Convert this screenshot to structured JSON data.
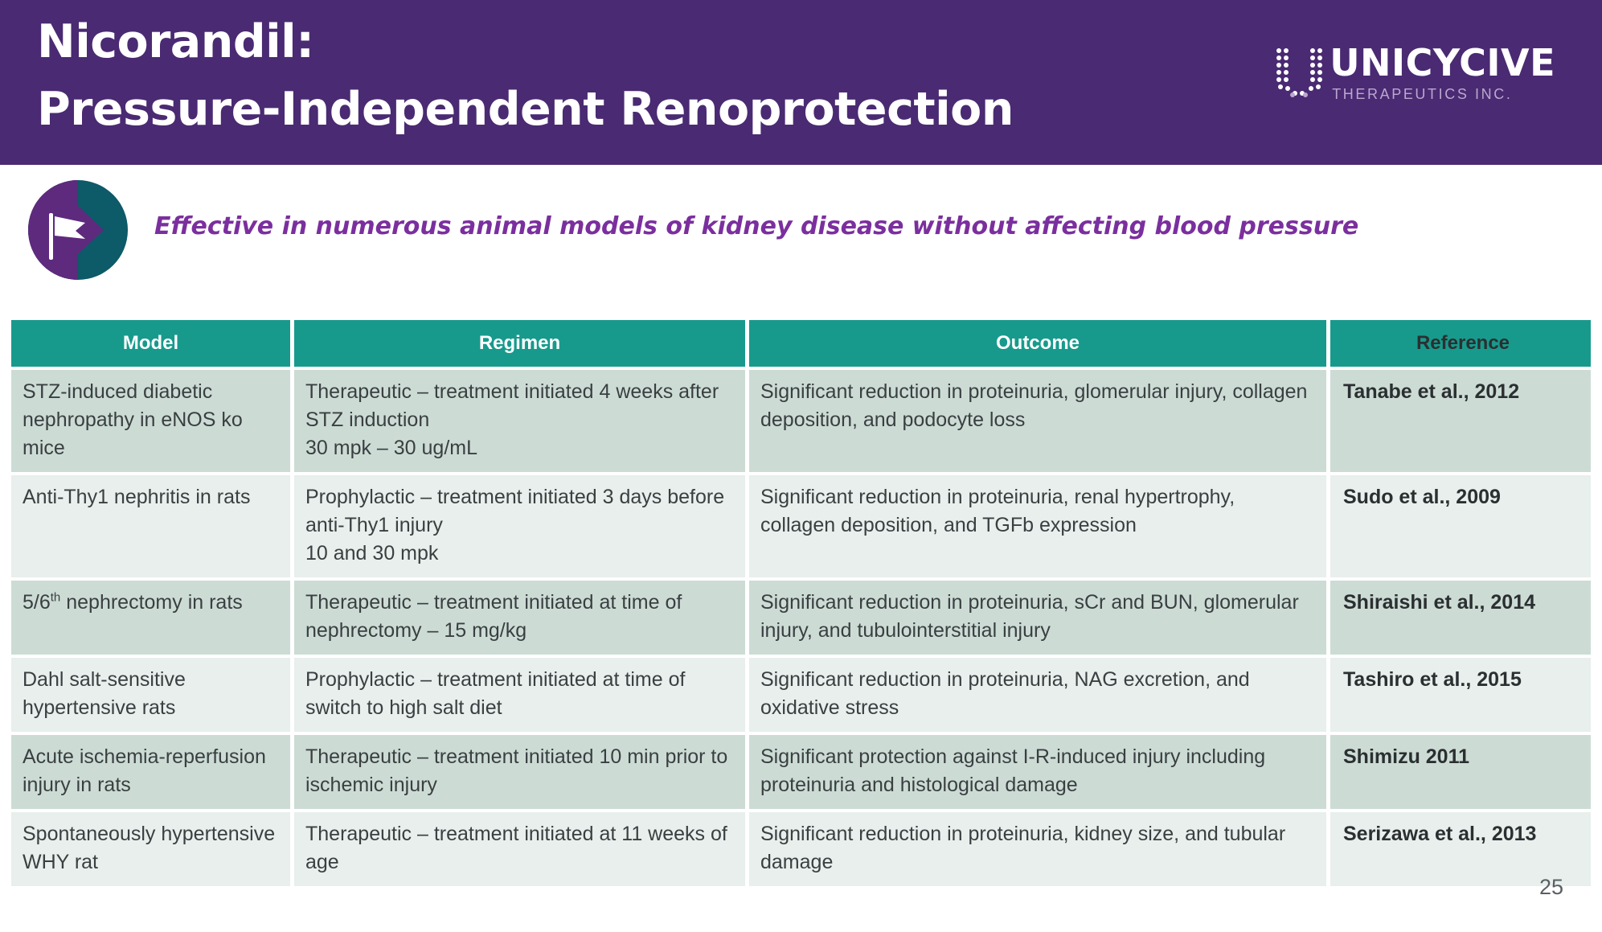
{
  "header": {
    "title_line1": "Nicorandil:",
    "title_line2": "Pressure-Independent Renoprotection",
    "bg_color": "#4a2a72",
    "logo": {
      "name": "UNICYCIVE",
      "tagline": "THERAPEUTICS INC.",
      "mark": "dotted-u-icon"
    }
  },
  "subtitle": {
    "icon": "flag-badge-icon",
    "text": "Effective in numerous animal models of kidney disease without affecting blood pressure",
    "text_color": "#7b2f9e"
  },
  "table": {
    "header_color": "#179a8c",
    "row_color_odd": "#ccdcd5",
    "row_color_even": "#e8efec",
    "columns": [
      "Model",
      "Regimen",
      "Outcome",
      "Reference"
    ],
    "rows": [
      {
        "model": "STZ-induced diabetic nephropathy in eNOS ko mice",
        "regimen": "Therapeutic – treatment initiated 4 weeks after STZ induction\n30 mpk – 30 ug/mL",
        "regimen_line1": "Therapeutic – treatment initiated 4 weeks after STZ induction",
        "regimen_line2": "30 mpk – 30 ug/mL",
        "outcome": "Significant reduction in proteinuria, glomerular injury, collagen deposition, and podocyte loss",
        "reference": "Tanabe et al., 2012"
      },
      {
        "model": "Anti-Thy1 nephritis in rats",
        "regimen_line1": "Prophylactic – treatment initiated 3 days before anti-Thy1 injury",
        "regimen_line2": "10 and 30 mpk",
        "outcome": "Significant reduction in proteinuria, renal hypertrophy, collagen deposition, and TGFb expression",
        "reference": "Sudo et al., 2009"
      },
      {
        "model_prefix": "5/6",
        "model_sup": "th",
        "model_suffix": " nephrectomy in rats",
        "regimen_line1": "Therapeutic – treatment initiated at time of nephrectomy – 15 mg/kg",
        "regimen_line2": "",
        "outcome": "Significant reduction in proteinuria, sCr and BUN, glomerular injury, and tubulointerstitial injury",
        "reference": "Shiraishi et al., 2014"
      },
      {
        "model": "Dahl salt-sensitive hypertensive rats",
        "regimen_line1": "Prophylactic – treatment initiated at time of switch to high salt diet",
        "regimen_line2": "",
        "outcome": "Significant reduction in proteinuria, NAG excretion, and oxidative stress",
        "reference": "Tashiro et al., 2015"
      },
      {
        "model": "Acute ischemia-reperfusion injury in rats",
        "regimen_line1": "Therapeutic – treatment initiated 10 min prior to ischemic injury",
        "regimen_line2": "",
        "outcome": "Significant protection against I-R-induced injury including proteinuria and histological damage",
        "reference": "Shimizu 2011"
      },
      {
        "model": "Spontaneously hypertensive WHY rat",
        "regimen_line1": "Therapeutic – treatment initiated at 11 weeks of age",
        "regimen_line2": "",
        "outcome": "Significant reduction in proteinuria, kidney size, and tubular damage",
        "reference": "Serizawa et al., 2013"
      }
    ]
  },
  "footer": {
    "page_number": "25"
  }
}
